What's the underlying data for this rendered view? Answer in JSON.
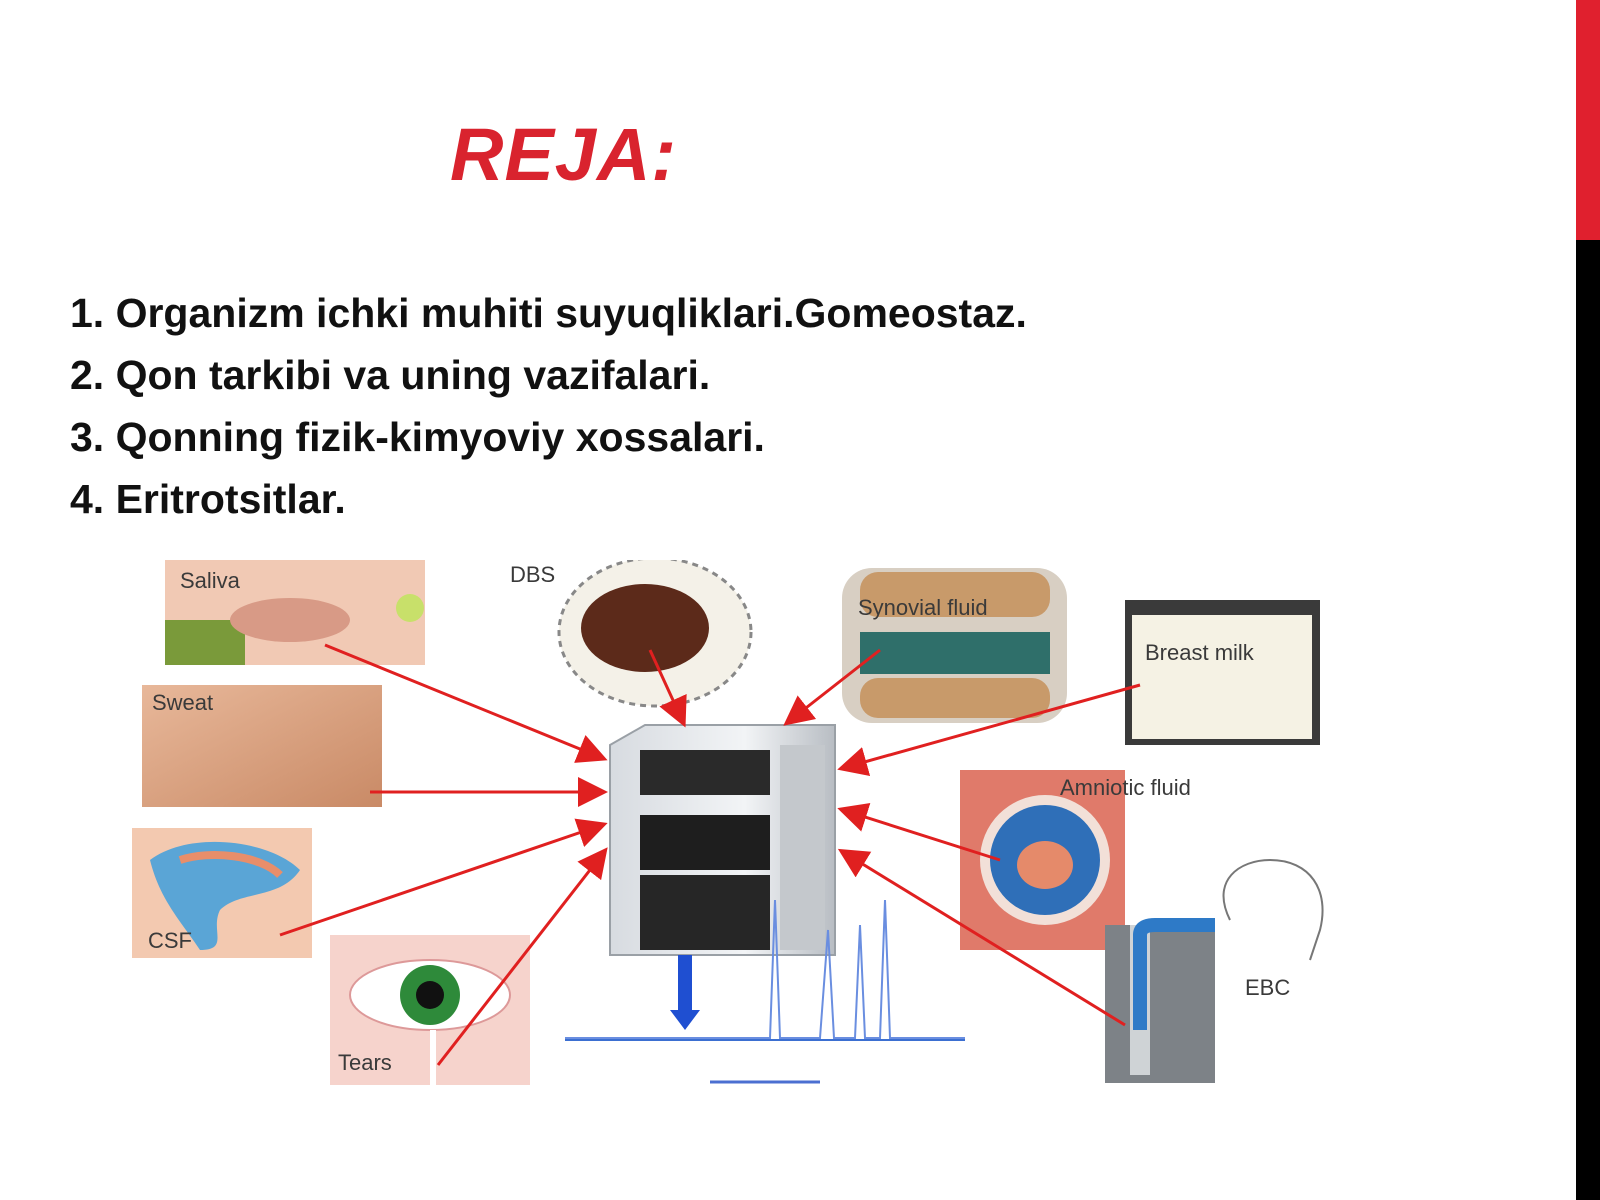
{
  "slide": {
    "title": "REJA:",
    "items": [
      "1. Organizm ichki muhiti suyuqliklari.Gomeostaz.",
      "2. Qon tarkibi va uning vazifalari.",
      "3. Qonning fizik-kimyoviy xossalari.",
      "4. Eritrotsitlar."
    ],
    "accent_color": "#d9232e"
  },
  "illustration": {
    "labels": {
      "saliva": "Saliva",
      "dbs": "DBS",
      "synovial": "Synovial fluid",
      "breast_milk": "Breast milk",
      "sweat": "Sweat",
      "amniotic": "Amniotic fluid",
      "csf": "CSF",
      "tears": "Tears",
      "ebc": "EBC"
    },
    "arrow_color": "#e02020"
  }
}
